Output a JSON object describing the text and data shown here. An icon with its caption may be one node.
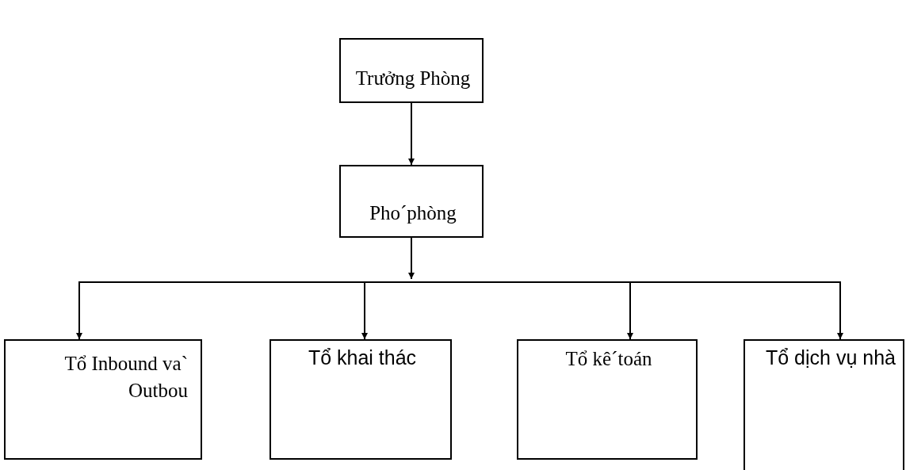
{
  "diagram": {
    "nodes": [
      {
        "text": [
          "Trưởng Phòng"
        ]
      },
      {
        "text": [
          "Pho´phòng"
        ]
      },
      {
        "text": [
          "Tổ Inbound va` Outbou"
        ]
      },
      {
        "text": [
          "Tổ khai thác"
        ]
      },
      {
        "text": [
          "Tổ kê´toán"
        ]
      },
      {
        "text": [
          "Tổ dịch vụ nhà"
        ]
      }
    ],
    "edges": [
      {
        "from": 0,
        "to": 1,
        "arrow": "to"
      },
      {
        "from": 1,
        "to": 2,
        "arrow": "to"
      },
      {
        "from": 1,
        "to": 3,
        "arrow": "to"
      },
      {
        "from": 1,
        "to": 4,
        "arrow": "to"
      },
      {
        "from": 1,
        "to": 5,
        "arrow": "to"
      }
    ]
  }
}
